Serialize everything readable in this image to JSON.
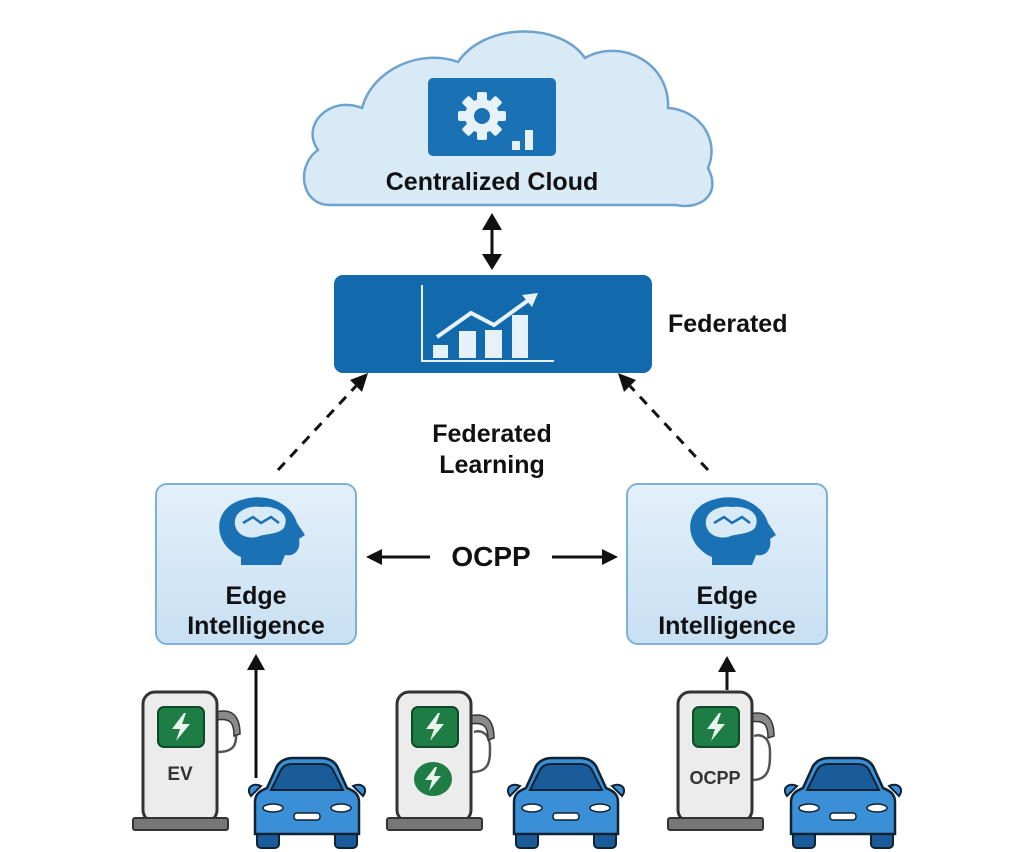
{
  "diagram": {
    "cloud": {
      "label": "Centralized Cloud",
      "icon": "gear-chart-icon"
    },
    "federated_server": {
      "label": "Federated",
      "icon": "bar-chart-growth-icon"
    },
    "federated_learning_label": "Federated Learning",
    "federated_learning_lines": [
      "Federated",
      "Learning"
    ],
    "protocol_label": "OCPP",
    "edge_nodes": [
      {
        "title_lines": [
          "Edge",
          "Intelligence"
        ],
        "icon": "brain-head-icon"
      },
      {
        "title_lines": [
          "Edge",
          "Intelligence"
        ],
        "icon": "brain-head-icon"
      }
    ],
    "chargers": [
      {
        "label": "EV",
        "icon": "lightning-icon"
      },
      {
        "label": "",
        "icon": "lightning-icon",
        "secondary_icon": "lightning-circle-icon"
      },
      {
        "label": "OCPP",
        "icon": "lightning-icon"
      }
    ],
    "cars": [
      "car-icon",
      "car-icon",
      "car-icon"
    ],
    "colors": {
      "primary_blue": "#1269ab",
      "light_blue": "#d6e8f6",
      "border_blue": "#7fb0d6",
      "car_blue": "#3a8fd6",
      "car_dark": "#1a5c9a",
      "charger_green": "#1e7c45",
      "charger_body": "#ececec",
      "text": "#111111"
    }
  }
}
